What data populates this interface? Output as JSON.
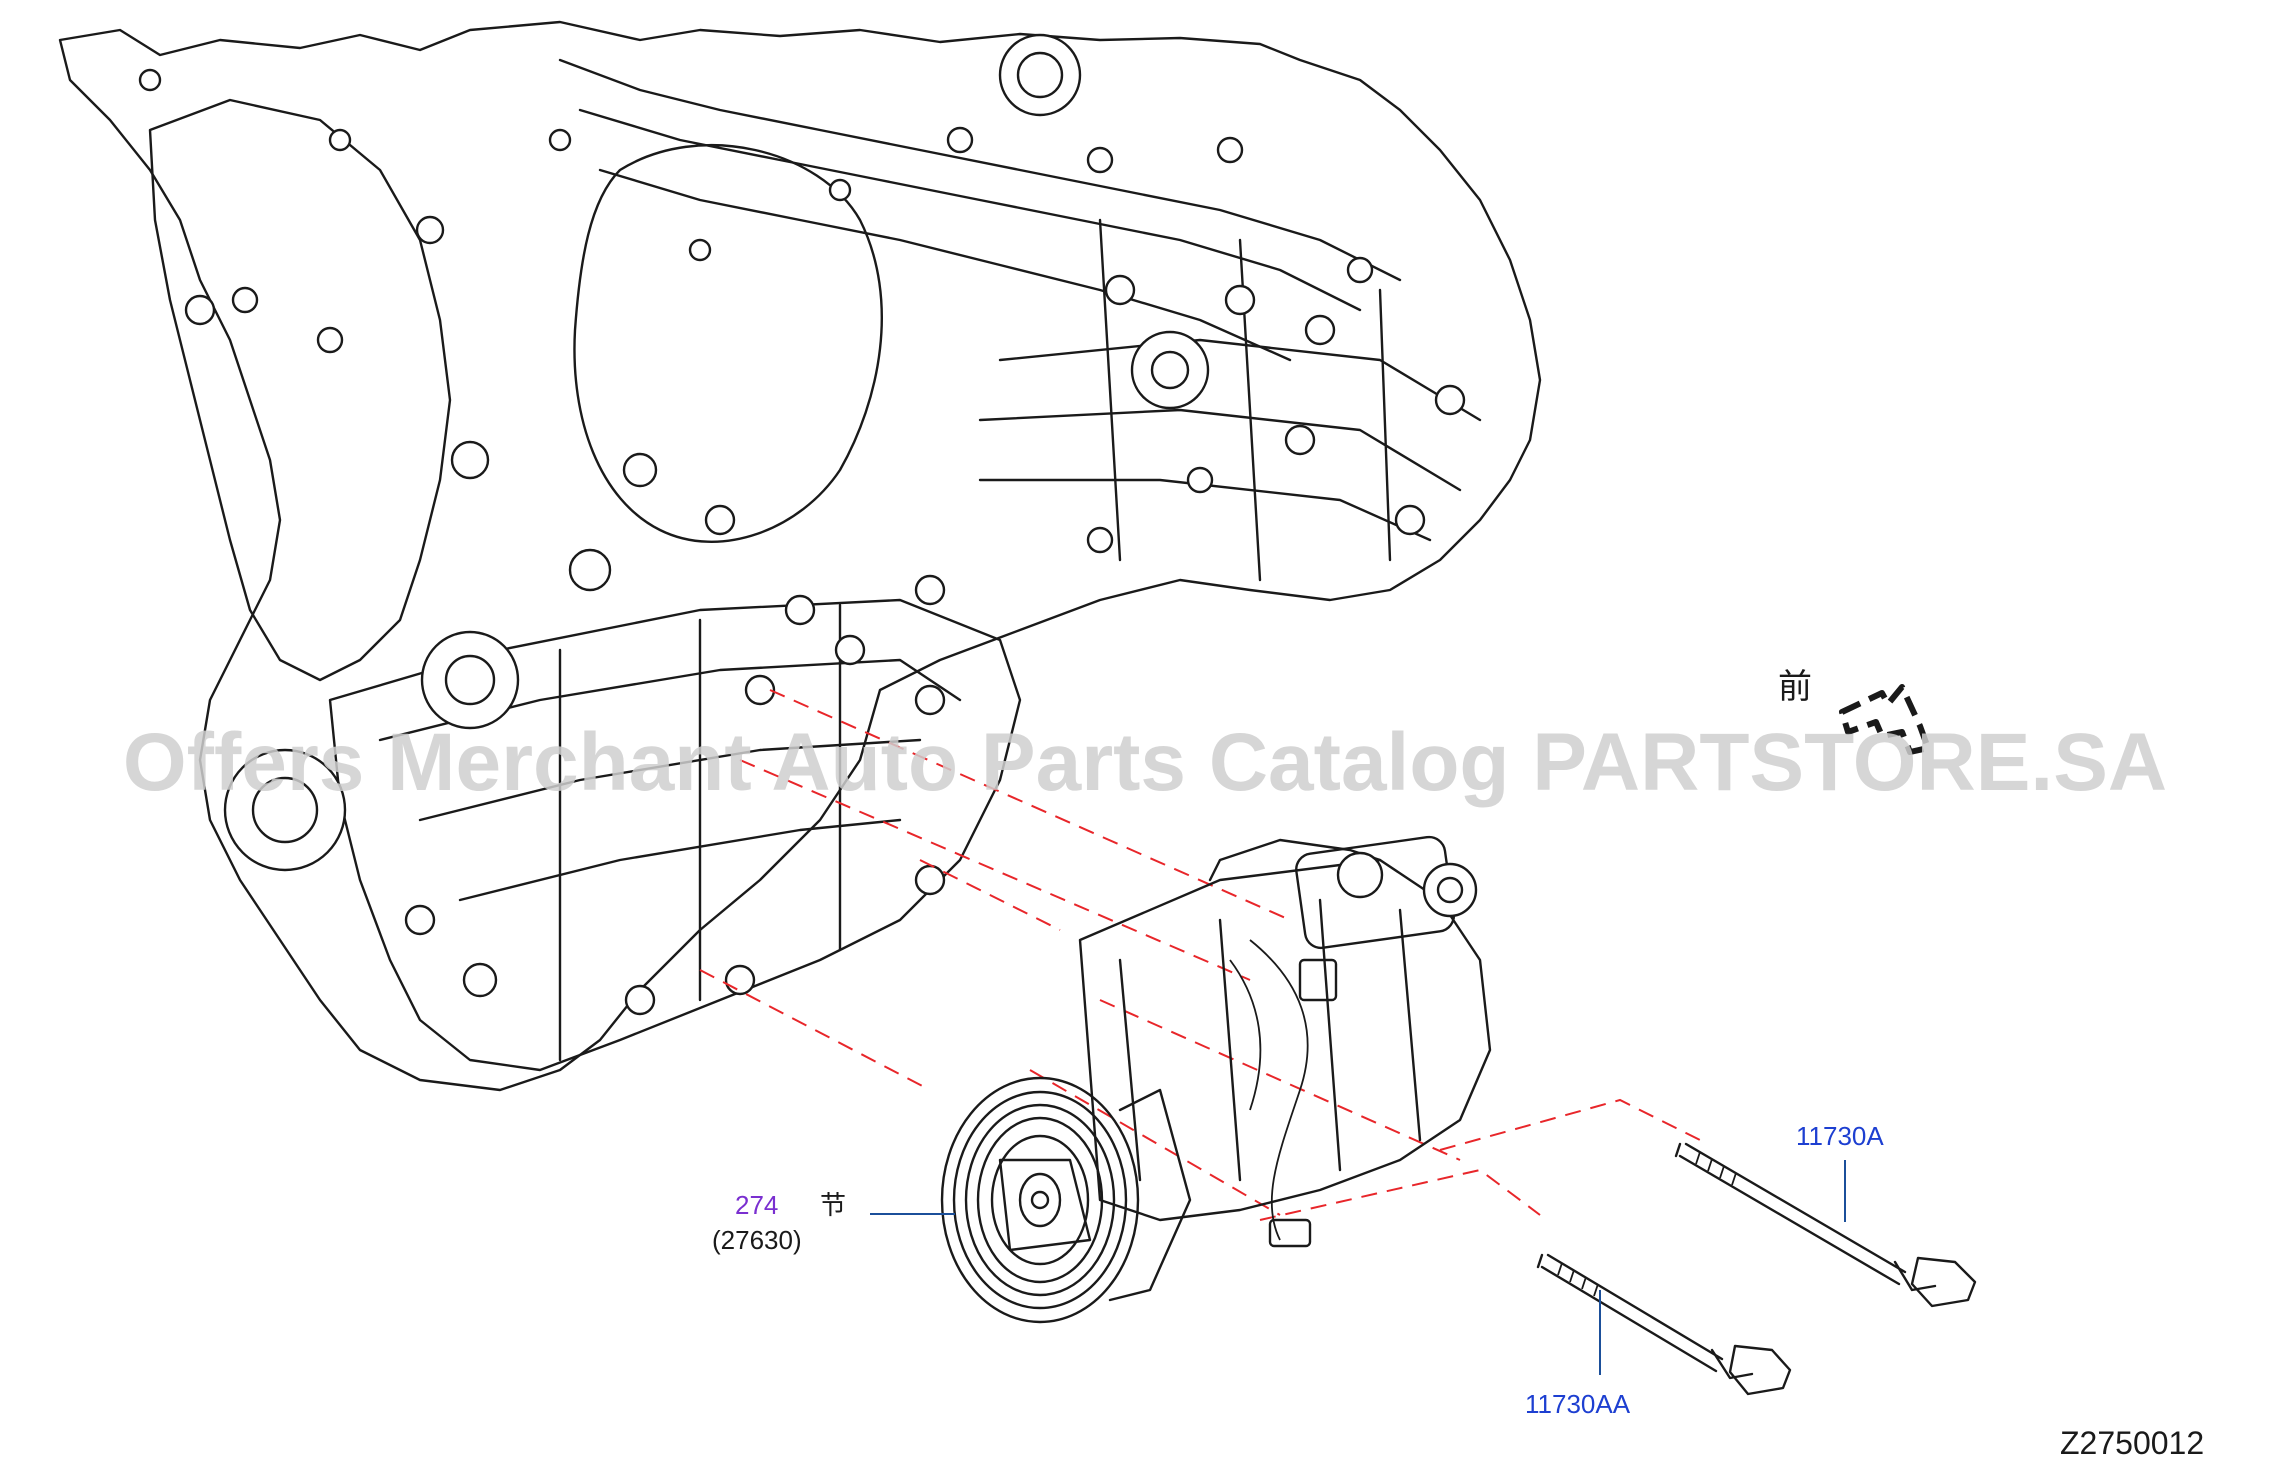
{
  "watermark": "Offers Merchant Auto Parts Catalog PARTSTORE.SA",
  "front_indicator": {
    "glyph": "前"
  },
  "callouts": {
    "compressor": {
      "ref": "274",
      "mark": "节",
      "part_no": "(27630)"
    },
    "bolt_long": {
      "ref": "11730A"
    },
    "bolt_short": {
      "ref": "11730AA"
    }
  },
  "diagram_id": "Z2750012",
  "colors": {
    "ref_purple": "#7a2fd0",
    "ref_blue": "#1d3fd1",
    "leader_blue": "#1b4f9a",
    "dash_red": "#e8262a",
    "line": "#1a1a1a",
    "watermark": "#cfcfcf"
  }
}
